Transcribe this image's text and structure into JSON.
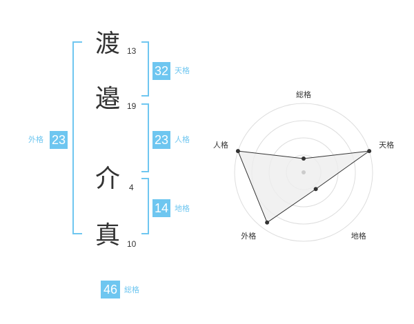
{
  "name": {
    "chars": [
      {
        "char": "渡",
        "strokes": "13"
      },
      {
        "char": "邉",
        "strokes": "19"
      },
      {
        "char": "介",
        "strokes": "4"
      },
      {
        "char": "真",
        "strokes": "10"
      }
    ]
  },
  "fortunes": {
    "tenkaku": {
      "value": "32",
      "label": "天格"
    },
    "jinkaku": {
      "value": "23",
      "label": "人格"
    },
    "chikaku": {
      "value": "14",
      "label": "地格"
    },
    "gaikaku": {
      "value": "23",
      "label": "外格"
    },
    "soukaku": {
      "value": "46",
      "label": "総格"
    }
  },
  "colors": {
    "accent": "#6ec6f0",
    "text": "#333333",
    "grid": "#dddddd",
    "fill": "#eeeeee"
  },
  "chart_data": {
    "type": "radar",
    "axes": [
      "総格",
      "天格",
      "地格",
      "外格",
      "人格"
    ],
    "values": [
      0.2,
      1.0,
      0.3,
      0.9,
      1.0
    ],
    "rings": 4,
    "grid": true
  }
}
